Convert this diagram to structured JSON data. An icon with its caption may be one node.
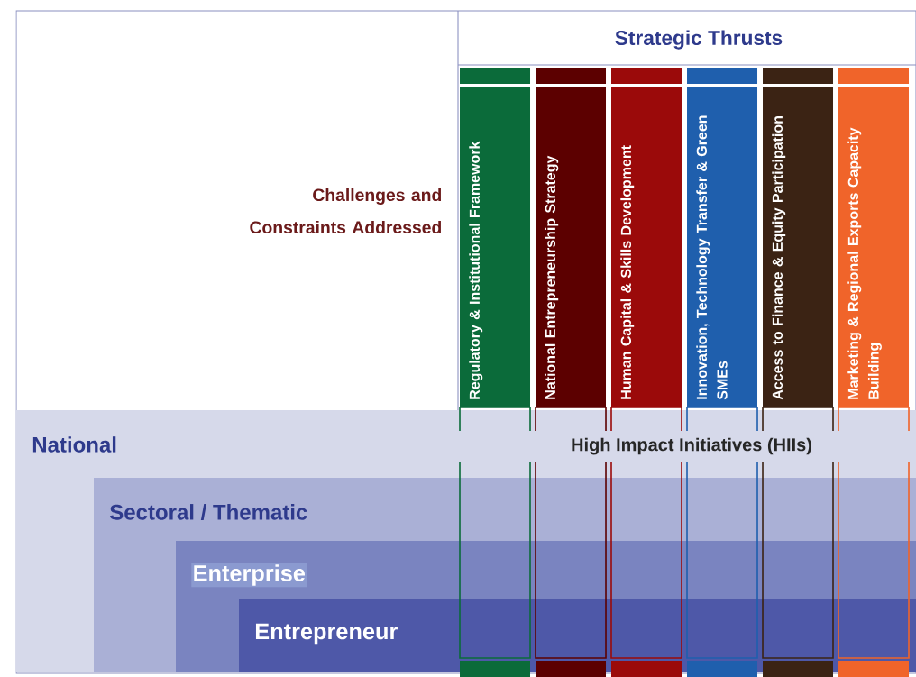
{
  "diagram": {
    "nodes": [
      {
        "text": [
          "Regulatory & Institutional Framework"
        ]
      },
      {
        "text": [
          "National Entrepreneurship Strategy"
        ]
      },
      {
        "text": [
          "Human Capital & Skills Development"
        ]
      },
      {
        "text": [
          "Innovation, Technology Transfer & Green SMEs"
        ]
      },
      {
        "text": [
          "Access to Finance & Equity Participation"
        ]
      },
      {
        "text": [
          "Marketing & Regional Exports Capacity Building"
        ]
      },
      {
        "text": [
          "National",
          "High Impact Initiatives (HIIs)"
        ]
      },
      {
        "text": [
          "Sectoral / Thematic"
        ],
        "in": 6
      },
      {
        "text": [
          "Enterprise"
        ],
        "in": 7
      },
      {
        "text": [
          "Entrepreneur"
        ],
        "in": 8
      }
    ],
    "labels": [
      "Strategic Thrusts",
      "Challenges and Constraints Addressed"
    ]
  }
}
